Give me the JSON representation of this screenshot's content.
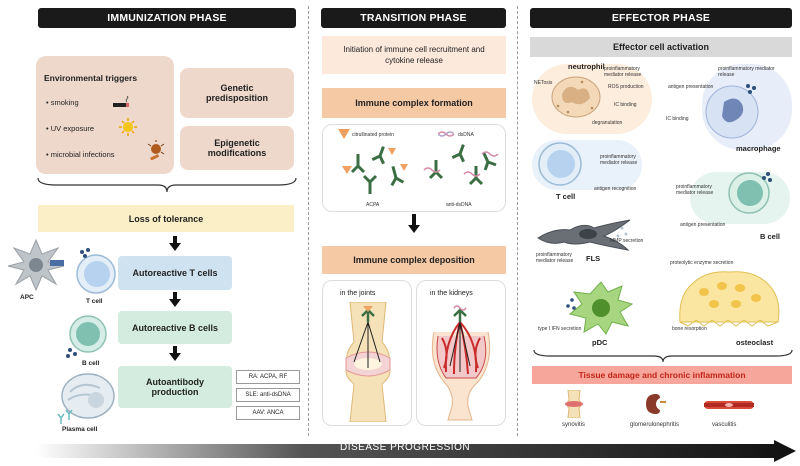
{
  "phases": {
    "immunization": "IMMUNIZATION PHASE",
    "transition": "TRANSITION PHASE",
    "effector": "EFFECTOR PHASE"
  },
  "immunization": {
    "env_title": "Environmental triggers",
    "triggers": [
      "smoking",
      "UV exposure",
      "microbial infections"
    ],
    "genetic": "Genetic predisposition",
    "epigenetic": "Epigenetic modifications",
    "loss_tolerance": "Loss of tolerance",
    "apc": "APC",
    "t_cell": "T cell",
    "b_cell": "B cell",
    "plasma_cell": "Plasma cell",
    "autoreactive_t": "Autoreactive T cells",
    "autoreactive_b": "Autoreactive B cells",
    "autoantibody": "Autoantibody production",
    "antibodies": [
      "RA: ACPA, RF",
      "SLE: anti-dsDNA",
      "AAV: ANCA"
    ]
  },
  "transition": {
    "initiation": "Initiation of immune cell recruitment and cytokine release",
    "complex_formation": "Immune complex formation",
    "legend_citrullinated": "citrullinated protein",
    "legend_dsdna": "dsDNA",
    "acpa": "ACPA",
    "anti_dsdna": "anti-dsDNA",
    "complex_deposition": "Immune complex deposition",
    "joints": "in the joints",
    "kidneys": "in the kidneys"
  },
  "effector": {
    "activation": "Effector cell activation",
    "neutrophil": "neutrophil",
    "netosis": "NETosis",
    "pro_release": "proinflammatory mediator release",
    "ros": "ROS production",
    "ic_binding": "IC binding",
    "degranulation": "degranulation",
    "antigen_presentation": "antigen presentation",
    "macrophage": "macrophage",
    "t_cell": "T cell",
    "antigen_recognition": "antigen recognition",
    "b_cell": "B cell",
    "fls": "FLS",
    "mmp": "MMP secretion",
    "proteolytic": "proteolytic enzyme secretion",
    "pdc": "pDC",
    "ifn": "type I IFN secretion",
    "osteoclast": "osteoclast",
    "bone_resorption": "bone resorption",
    "tissue_damage": "Tissue damage and chronic inflammation",
    "outcomes": [
      "synovitis",
      "glomerulonephritis",
      "vasculitis"
    ]
  },
  "progression": "DISEASE PROGRESSION",
  "colors": {
    "env_box": "#eed8cc",
    "tolerance": "#fbefc8",
    "autoreactive": "#cfe2f0",
    "autoreactive_b": "#d3ecdf",
    "transition_box": "#f6c9a5",
    "tissue_box": "#f6a69a"
  }
}
